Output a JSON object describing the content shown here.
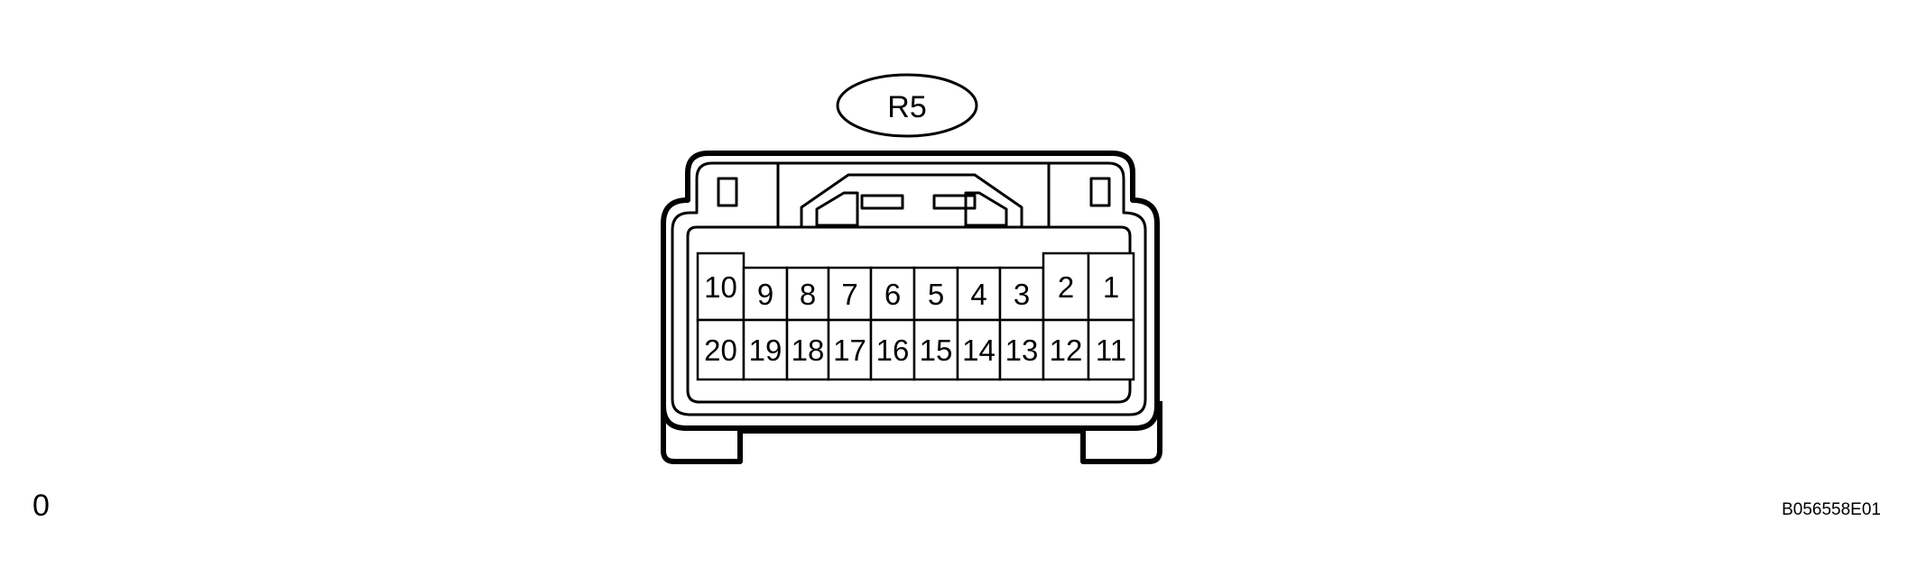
{
  "connector": {
    "label": "R5",
    "pins_top": [
      "10",
      "9",
      "8",
      "7",
      "6",
      "5",
      "4",
      "3",
      "2",
      "1"
    ],
    "pins_bottom": [
      "20",
      "19",
      "18",
      "17",
      "16",
      "15",
      "14",
      "13",
      "12",
      "11"
    ]
  },
  "corner_mark": "0",
  "figure_code": "B056558E01",
  "colors": {
    "line": "#000000",
    "background": "#ffffff"
  }
}
